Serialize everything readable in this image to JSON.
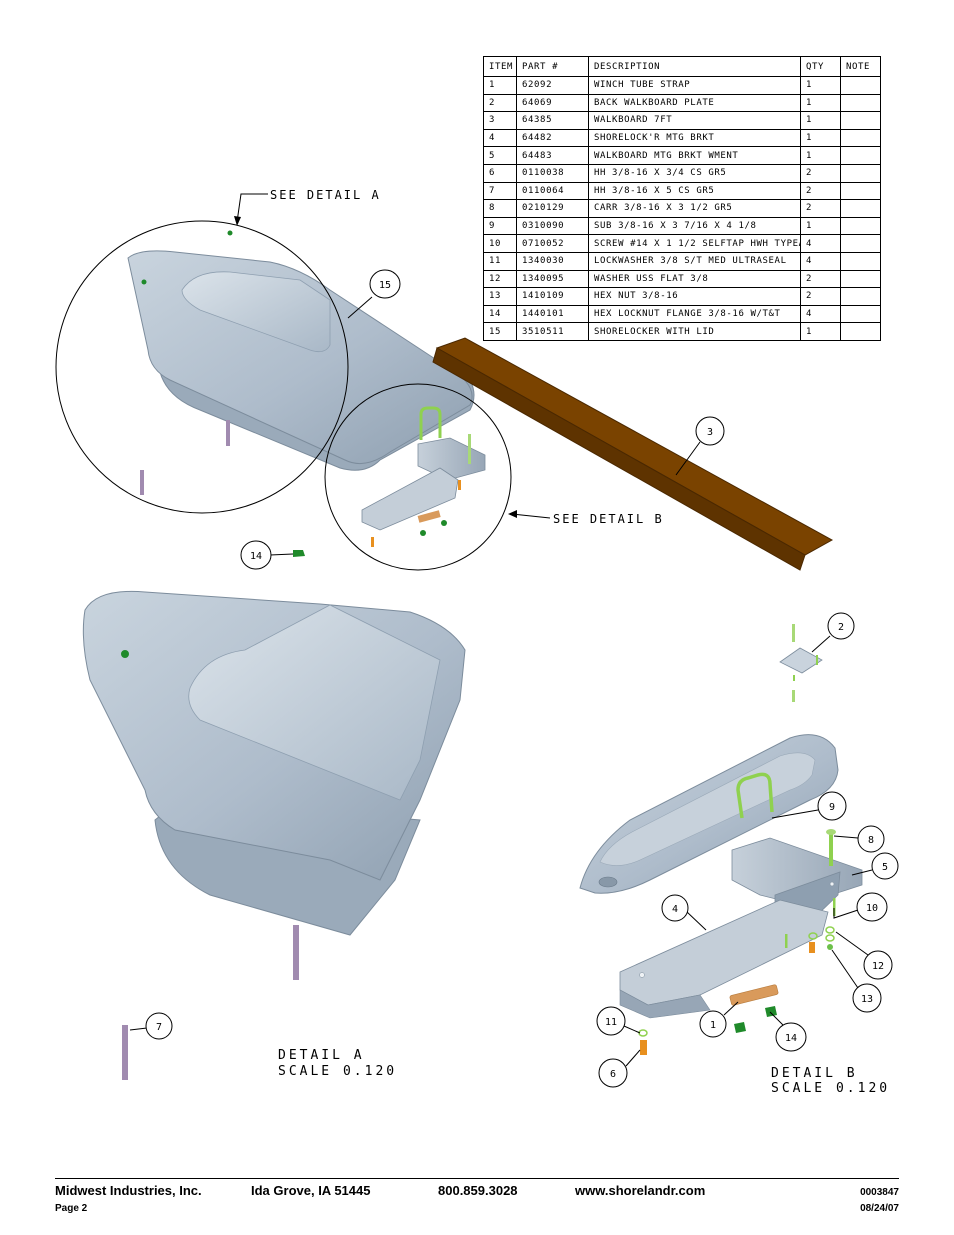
{
  "bom": {
    "headers": [
      "ITEM",
      "PART #",
      "DESCRIPTION",
      "QTY",
      "NOTE"
    ],
    "rows": [
      [
        "1",
        "62092",
        "WINCH TUBE STRAP",
        "1",
        ""
      ],
      [
        "2",
        "64069",
        "BACK WALKBOARD PLATE",
        "1",
        ""
      ],
      [
        "3",
        "64385",
        "WALKBOARD   7FT",
        "1",
        ""
      ],
      [
        "4",
        "64482",
        "SHORELOCK'R MTG BRKT",
        "1",
        ""
      ],
      [
        "5",
        "64483",
        "WALKBOARD MTG BRKT WMENT",
        "1",
        ""
      ],
      [
        "6",
        "0110038",
        "HH 3/8-16 X 3/4 CS GR5",
        "2",
        ""
      ],
      [
        "7",
        "0110064",
        "HH 3/8-16 X 5 CS GR5",
        "2",
        ""
      ],
      [
        "8",
        "0210129",
        "CARR 3/8-16 X 3 1/2 GR5",
        "2",
        ""
      ],
      [
        "9",
        "0310090",
        "SUB 3/8-16 X 3 7/16 X 4 1/8",
        "1",
        ""
      ],
      [
        "10",
        "0710052",
        "SCREW #14 X 1 1/2 SELFTAP HWH TYPEA",
        "4",
        ""
      ],
      [
        "11",
        "1340030",
        "LOCKWASHER 3/8 S/T MED ULTRASEAL",
        "4",
        ""
      ],
      [
        "12",
        "1340095",
        "WASHER USS FLAT 3/8",
        "2",
        ""
      ],
      [
        "13",
        "1410109",
        "HEX NUT 3/8-16",
        "2",
        ""
      ],
      [
        "14",
        "1440101",
        "HEX LOCKNUT FLANGE 3/8-16 W/T&T",
        "4",
        ""
      ],
      [
        "15",
        "3510511",
        "SHORELOCKER WITH LID",
        "1",
        ""
      ]
    ]
  },
  "callouts": {
    "see_detail_a": "SEE DETAIL  A",
    "see_detail_b": "SEE DETAIL  B",
    "detail_a_title": "DETAIL  A",
    "detail_a_scale": "SCALE  0.120",
    "detail_b_title": "DETAIL  B",
    "detail_b_scale": "SCALE  0.120"
  },
  "balloons": {
    "b15": "15",
    "b3": "3",
    "b14a": "14",
    "b2": "2",
    "b9": "9",
    "b8": "8",
    "b5": "5",
    "b4": "4",
    "b10": "10",
    "b12": "12",
    "b13": "13",
    "b11": "11",
    "b1": "1",
    "b14b": "14",
    "b6": "6",
    "b7": "7"
  },
  "footer": {
    "company": "Midwest Industries, Inc.",
    "location": "Ida Grove, IA  51445",
    "phone": "800.859.3028",
    "website": "www.shorelandr.com",
    "doc_number": "0003847",
    "page": "Page 2",
    "date": "08/24/07"
  },
  "colors": {
    "locker_body": "#b5c2cf",
    "walkboard": "#7a4300",
    "strap_green": "#8fd14f",
    "bolt_purple": "#a18bb0",
    "bolt_orange": "#e8901f",
    "nut_green": "#1f8a2a"
  }
}
